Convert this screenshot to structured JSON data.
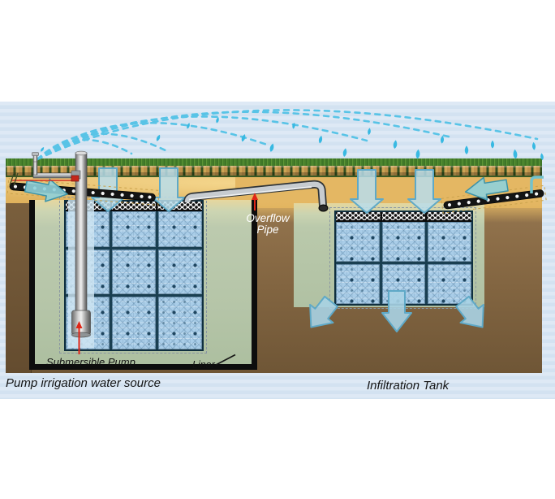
{
  "diagram": {
    "caption_left": "Pump irrigation water source",
    "caption_right": "Infiltration Tank",
    "label_overflow_line1": "Overflow",
    "label_overflow_line2": "Pipe",
    "label_submersible_pump": "Submersible Pump",
    "label_liner": "Liner",
    "colors": {
      "sky_base": "#dee9f5",
      "sky_stripe": "#d3e2f1",
      "spray_blue": "#4ec1e6",
      "droplet_blue": "#38b9e2",
      "infiltration_arrow_fill": "#b8ddeb",
      "infiltration_arrow_stroke": "#5fa9c7",
      "trench_arrow_teal": "#8fd2da",
      "sand": "#e2b563",
      "soil_brown": "#876944",
      "soil_dark": "#6f5636",
      "tank_interior_sage": "#bac9ac",
      "liner_black": "#0d0d0d",
      "crate_fill": "#a9cde8",
      "crate_frame": "#1a3f51",
      "pipe_gray": "#c7ccd0",
      "perforated_pipe_black": "#141414",
      "pointer_red": "#e02617"
    }
  }
}
